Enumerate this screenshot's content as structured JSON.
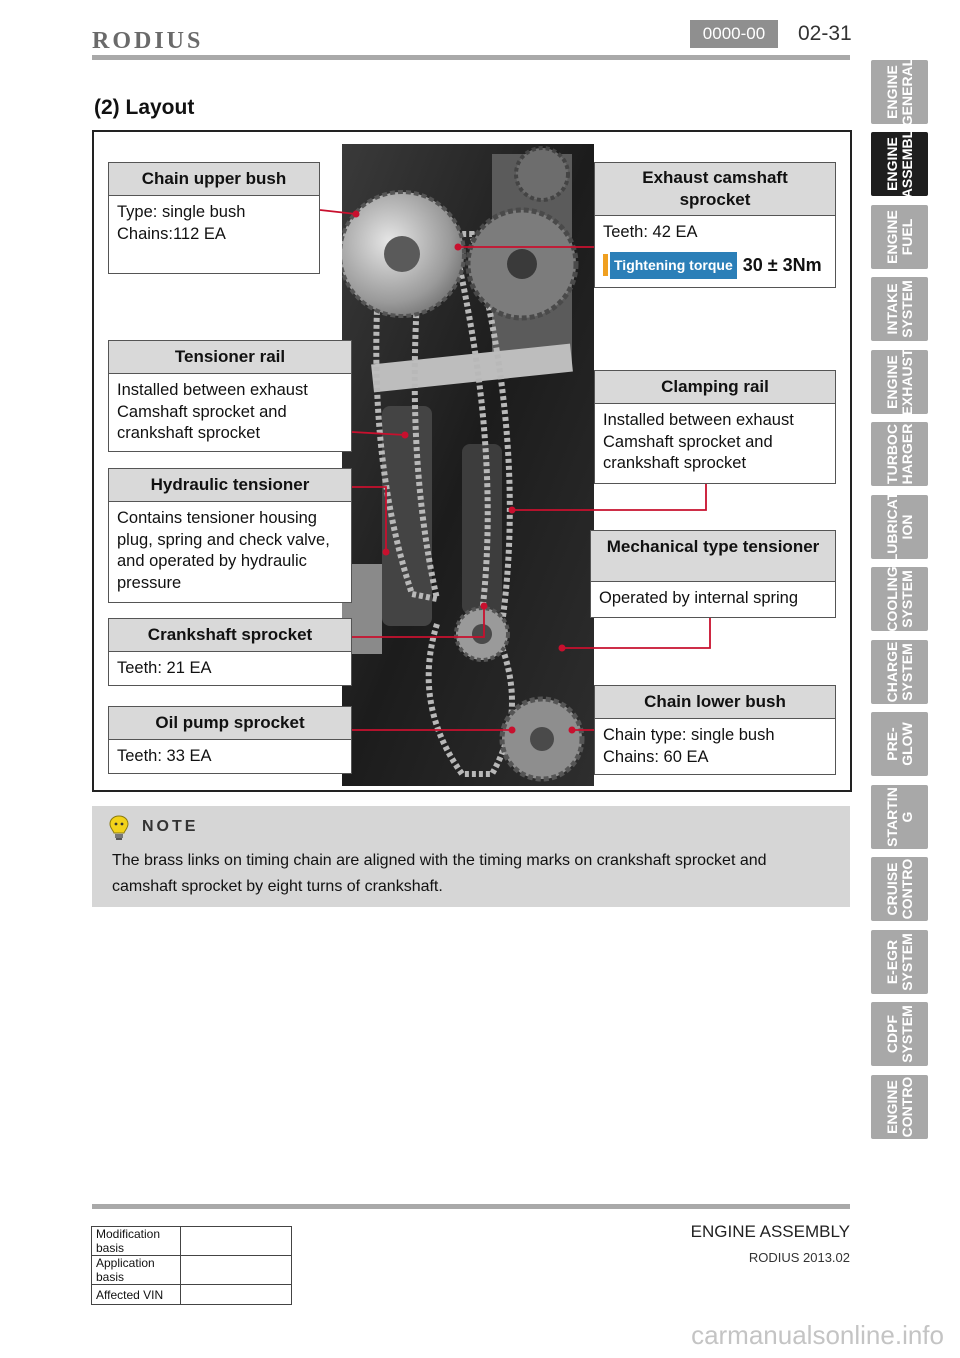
{
  "header": {
    "brand": "RODIUS",
    "code": "0000-00",
    "page_number": "02-31"
  },
  "section_title": "(2) Layout",
  "callouts": {
    "chain_upper_bush": {
      "title": "Chain upper bush",
      "lines": [
        "Type: single bush",
        "Chains:112 EA"
      ]
    },
    "exhaust_camshaft_sprocket": {
      "title": "Exhaust camshaft sprocket",
      "lines": [
        "Teeth: 42 EA"
      ],
      "torque_label": "Tightening torque",
      "torque_value": "30 ± 3Nm"
    },
    "tensioner_rail": {
      "title": "Tensioner rail",
      "lines": [
        "Installed between exhaust",
        "Camshaft sprocket and",
        "crankshaft sprocket"
      ]
    },
    "clamping_rail": {
      "title": "Clamping rail",
      "lines": [
        "Installed between exhaust",
        "Camshaft sprocket and",
        "crankshaft sprocket"
      ]
    },
    "hydraulic_tensioner": {
      "title": "Hydraulic tensioner",
      "lines": [
        "Contains tensioner housing",
        "plug, spring and check valve,",
        "and operated by hydraulic",
        "pressure"
      ]
    },
    "mechanical_tensioner": {
      "title": "Mechanical type tensioner",
      "lines": [
        "Operated by internal spring"
      ]
    },
    "crankshaft_sprocket": {
      "title": "Crankshaft sprocket",
      "lines": [
        "Teeth: 21 EA"
      ]
    },
    "chain_lower_bush": {
      "title": "Chain lower bush",
      "lines": [
        "Chain type: single bush",
        "Chains: 60 EA"
      ]
    },
    "oil_pump_sprocket": {
      "title": "Oil pump sprocket",
      "lines": [
        "Teeth: 33 EA"
      ]
    }
  },
  "note": {
    "title": "NOTE",
    "text": "The brass links on timing chain are aligned with the timing marks on crankshaft sprocket and camshaft sprocket by eight turns of crankshaft."
  },
  "side_tabs": [
    {
      "label": "ENGINE\nGENERAL",
      "active": false
    },
    {
      "label": "ENGINE\nASSEMBL",
      "active": true
    },
    {
      "label": "ENGINE\nFUEL",
      "active": false
    },
    {
      "label": "INTAKE\nSYSTEM",
      "active": false
    },
    {
      "label": "ENGINE\nEXHAUST",
      "active": false
    },
    {
      "label": "TURBOC\nHARGER",
      "active": false
    },
    {
      "label": "LUBRICAT\nION",
      "active": false
    },
    {
      "label": "COOLING\nSYSTEM",
      "active": false
    },
    {
      "label": "CHARGE\nSYSTEM",
      "active": false
    },
    {
      "label": "PRE-\nGLOW",
      "active": false
    },
    {
      "label": "STARTIN\nG",
      "active": false
    },
    {
      "label": "CRUISE\nCONTRO",
      "active": false
    },
    {
      "label": "E-EGR\nSYSTEM",
      "active": false
    },
    {
      "label": "CDPF\nSYSTEM",
      "active": false
    },
    {
      "label": "ENGINE\nCONTRO",
      "active": false
    }
  ],
  "footer": {
    "section": "ENGINE ASSEMBLY",
    "model_date": "RODIUS 2013.02",
    "modification_table": [
      "Modification basis",
      "Application basis",
      "Affected VIN"
    ]
  },
  "watermark": "carmanualsonline.info",
  "colors": {
    "leader_line": "#c8102e",
    "torque_label_bg": "#2b7fb8",
    "active_tab": "#1e1e1e",
    "inactive_tab": "#a8a8a8"
  }
}
